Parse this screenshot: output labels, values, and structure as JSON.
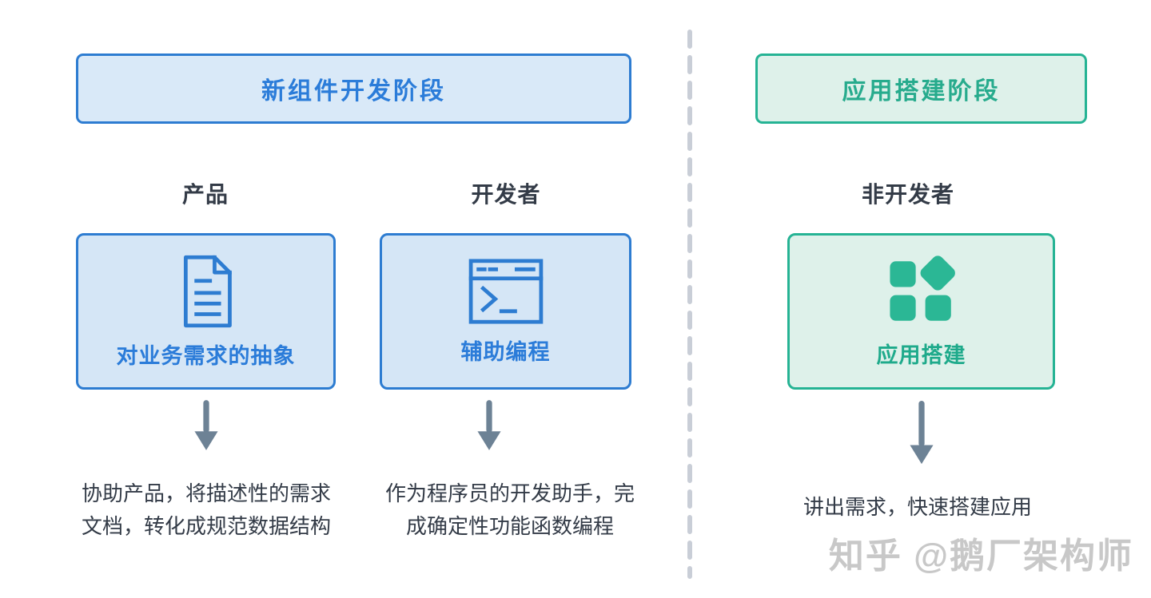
{
  "left_section": {
    "header": "新组件开发阶段",
    "columns": [
      {
        "role": "产品",
        "icon": "document-icon",
        "card_label": "对业务需求的抽象",
        "description_line1": "协助产品，将描述性的需求",
        "description_line2": "文档，转化成规范数据结构"
      },
      {
        "role": "开发者",
        "icon": "terminal-icon",
        "card_label": "辅助编程",
        "description_line1": "作为程序员的开发助手，完",
        "description_line2": "成确定性功能函数编程"
      }
    ]
  },
  "right_section": {
    "header": "应用搭建阶段",
    "column": {
      "role": "非开发者",
      "icon": "app-blocks-icon",
      "card_label": "应用搭建",
      "description": "讲出需求，快速搭建应用"
    }
  },
  "watermark": "知乎 @鹅厂架构师",
  "colors": {
    "blue_border": "#2d7cd1",
    "blue_fill_header": "#d9e9f8",
    "blue_fill_card": "#d5e6f6",
    "blue_text": "#2b7cd9",
    "green_border": "#25b394",
    "green_fill": "#def1ea",
    "green_text": "#27ab8d",
    "green_icon_fill": "#2bb795",
    "dark_text": "#333b47",
    "arrow_gray": "#6d8295",
    "divider_gray": "#c9ced7",
    "watermark_gray": "#c8c8c8"
  }
}
